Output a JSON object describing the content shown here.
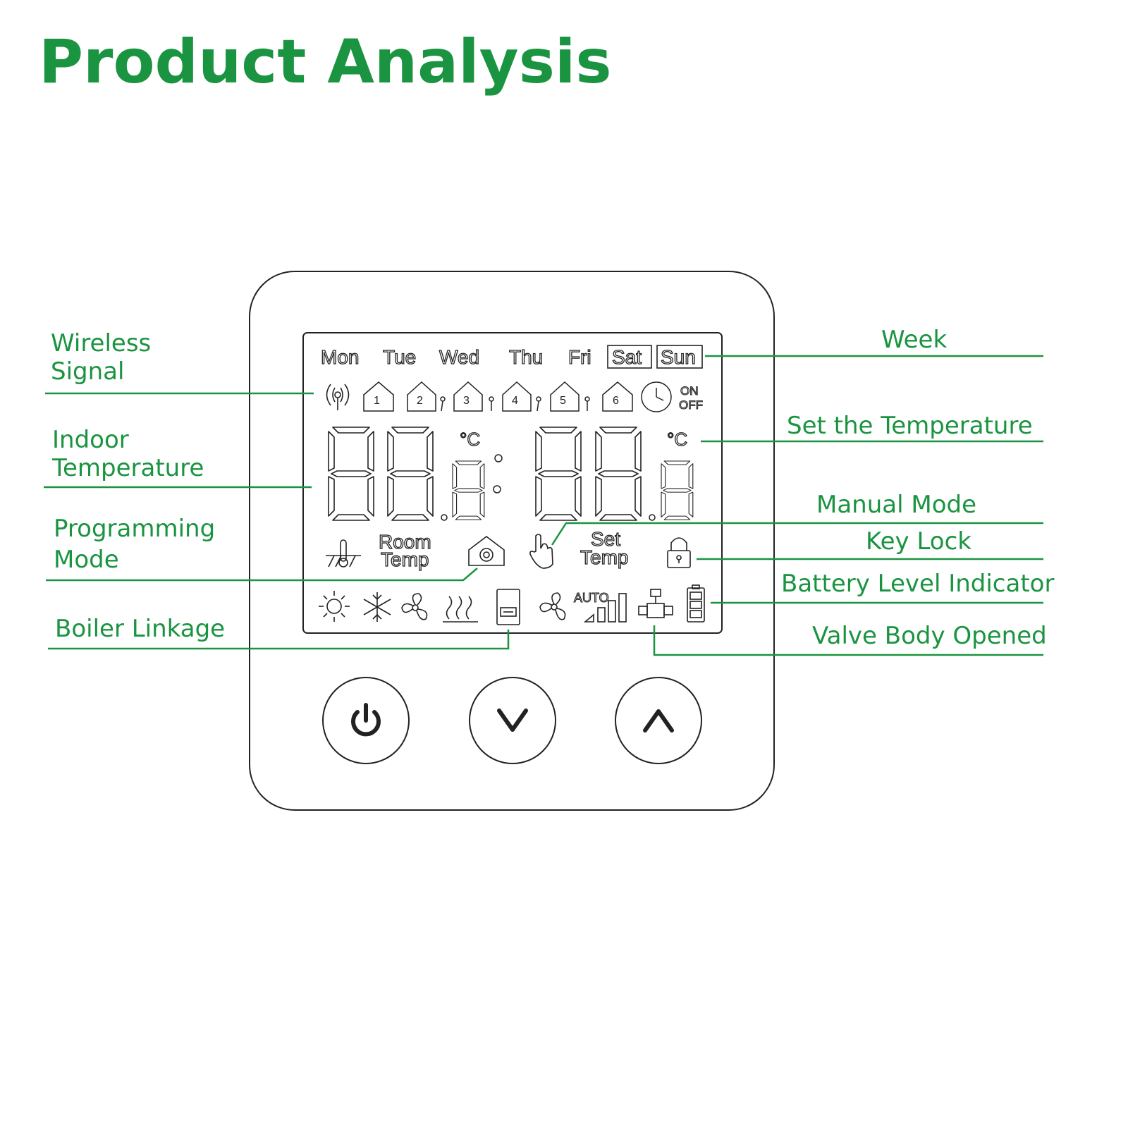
{
  "title": "Product Analysis",
  "colors": {
    "accent": "#1a9440",
    "outline": "#222222"
  },
  "callouts": {
    "wireless_signal": [
      "Wireless",
      "Signal"
    ],
    "indoor_temperature": [
      "Indoor",
      "Temperature"
    ],
    "programming_mode": [
      "Programming",
      "Mode"
    ],
    "boiler_linkage": "Boiler Linkage",
    "week": "Week",
    "set_temperature": "Set the Temperature",
    "manual_mode": "Manual Mode",
    "key_lock": "Key Lock",
    "battery_level": "Battery Level Indicator",
    "valve_body_opened": "Valve Body Opened"
  },
  "lcd": {
    "days": [
      "Mon",
      "Tue",
      "Wed",
      "Thu",
      "Fri",
      "Sat",
      "Sun"
    ],
    "periods": [
      "1",
      "2",
      "3",
      "4",
      "5",
      "6"
    ],
    "on": "ON",
    "off": "OFF",
    "unit": "°C",
    "room_temp": [
      "Room",
      "Temp"
    ],
    "set_temp": [
      "Set",
      "Temp"
    ],
    "auto": "AUTO"
  },
  "buttons": [
    {
      "name": "power-button",
      "icon": "power-icon"
    },
    {
      "name": "down-button",
      "icon": "chevron-down-icon"
    },
    {
      "name": "up-button",
      "icon": "chevron-up-icon"
    }
  ]
}
